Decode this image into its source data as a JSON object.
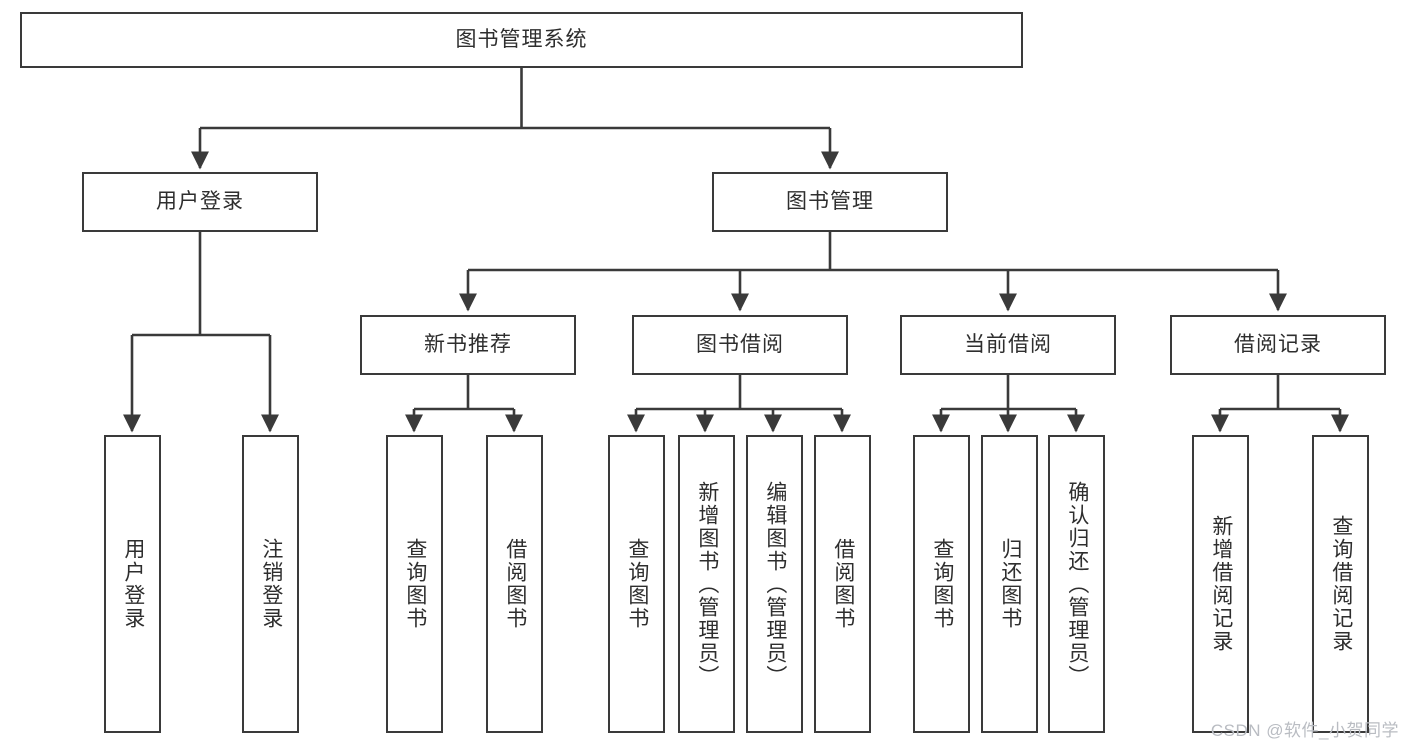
{
  "diagram": {
    "type": "tree-flowchart",
    "title": "图书管理系统",
    "watermark": "CSDN @软件_小贺同学",
    "colors": {
      "stroke": "#3a3a3a",
      "text": "#2e2e2e",
      "background": "#ffffff",
      "watermark": "#b9bcc2"
    },
    "root": {
      "id": "root",
      "label": "图书管理系统"
    },
    "level1": [
      {
        "id": "user-login",
        "label": "用户登录"
      },
      {
        "id": "book-manage",
        "label": "图书管理"
      }
    ],
    "level2": [
      {
        "id": "new-book-rec",
        "label": "新书推荐",
        "parent": "book-manage"
      },
      {
        "id": "book-borrow",
        "label": "图书借阅",
        "parent": "book-manage"
      },
      {
        "id": "current-borrow",
        "label": "当前借阅",
        "parent": "book-manage"
      },
      {
        "id": "borrow-record",
        "label": "借阅记录",
        "parent": "book-manage"
      }
    ],
    "leaves": {
      "user-login": [
        {
          "id": "leaf-user-login",
          "label": "用户登录"
        },
        {
          "id": "leaf-logout",
          "label": "注销登录"
        }
      ],
      "new-book-rec": [
        {
          "id": "leaf-query-book-1",
          "label": "查询图书"
        },
        {
          "id": "leaf-borrow-book-1",
          "label": "借阅图书"
        }
      ],
      "book-borrow": [
        {
          "id": "leaf-query-book-2",
          "label": "查询图书"
        },
        {
          "id": "leaf-add-book",
          "label": "新增图书（管理员）"
        },
        {
          "id": "leaf-edit-book",
          "label": "编辑图书（管理员）"
        },
        {
          "id": "leaf-borrow-book-2",
          "label": "借阅图书"
        }
      ],
      "current-borrow": [
        {
          "id": "leaf-query-book-3",
          "label": "查询图书"
        },
        {
          "id": "leaf-return-book",
          "label": "归还图书"
        },
        {
          "id": "leaf-confirm-return",
          "label": "确认归还（管理员）"
        }
      ],
      "borrow-record": [
        {
          "id": "leaf-add-record",
          "label": "新增借阅记录"
        },
        {
          "id": "leaf-query-record",
          "label": "查询借阅记录"
        }
      ]
    }
  }
}
